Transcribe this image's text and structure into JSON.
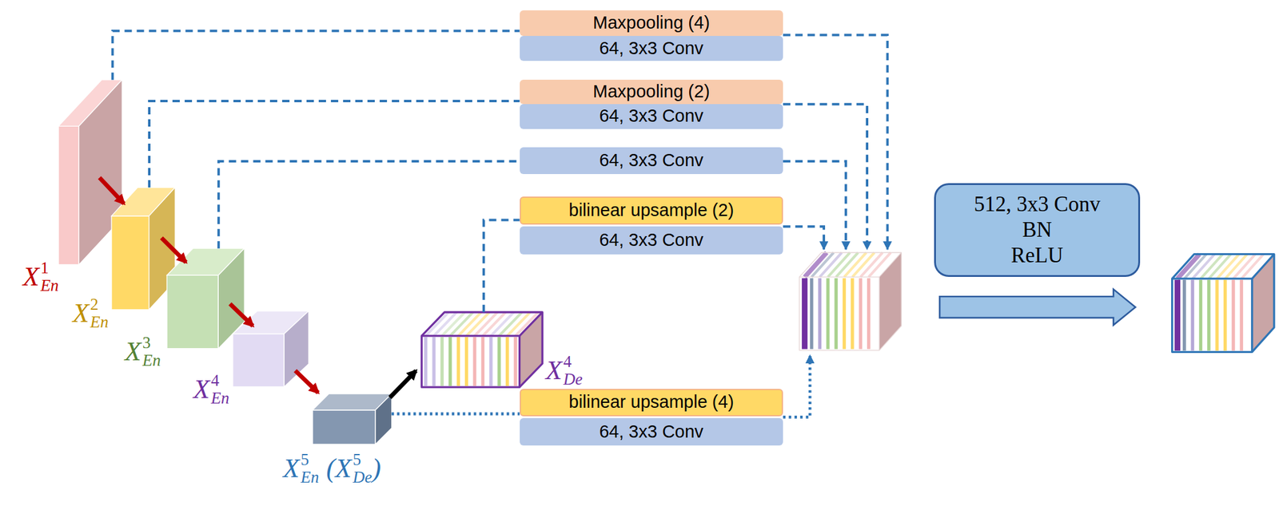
{
  "diagram": {
    "nodes": [
      {
        "text": [
          "X",
          "1",
          "En"
        ]
      },
      {
        "text": [
          "X",
          "2",
          "En"
        ]
      },
      {
        "text": [
          "X",
          "3",
          "En"
        ]
      },
      {
        "text": [
          "X",
          "4",
          "En"
        ]
      },
      {
        "text": [
          "X",
          "5",
          "En",
          "(X",
          "5",
          "De",
          ")"
        ]
      },
      {
        "text": [
          "X",
          "4",
          "De"
        ]
      },
      {
        "text": [
          "Maxpooling (4)"
        ]
      },
      {
        "text": [
          "64, 3x3 Conv"
        ]
      },
      {
        "text": [
          "Maxpooling (2)"
        ]
      },
      {
        "text": [
          "64, 3x3 Conv"
        ]
      },
      {
        "text": [
          "64, 3x3 Conv"
        ]
      },
      {
        "text": [
          "bilinear upsample (2)"
        ]
      },
      {
        "text": [
          "64, 3x3 Conv"
        ]
      },
      {
        "text": [
          "bilinear upsample (4)"
        ]
      },
      {
        "text": [
          "64, 3x3 Conv"
        ]
      },
      {
        "text": [
          "512, 3x3 Conv",
          "BN",
          "ReLU"
        ]
      }
    ],
    "edges": [
      {
        "from": 0,
        "to": 1,
        "arrow": "to"
      },
      {
        "from": 1,
        "to": 2,
        "arrow": "to"
      },
      {
        "from": 2,
        "to": 3,
        "arrow": "to"
      },
      {
        "from": 3,
        "to": 4,
        "arrow": "to"
      },
      {
        "from": 4,
        "to": 5,
        "arrow": "to"
      },
      {
        "from": 0,
        "to": 6,
        "arrow": "none"
      },
      {
        "from": 1,
        "to": 8,
        "arrow": "none"
      },
      {
        "from": 2,
        "to": 10,
        "arrow": "none"
      },
      {
        "from": 5,
        "to": 11,
        "arrow": "none"
      },
      {
        "from": 4,
        "to": 13,
        "arrow": "none"
      }
    ]
  }
}
